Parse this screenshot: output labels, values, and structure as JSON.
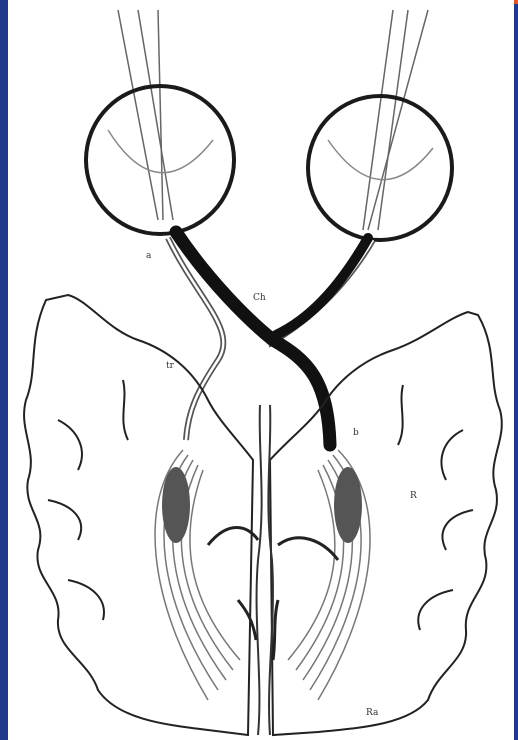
{
  "colors": {
    "frame": "#1f3a8a",
    "accent": "#e8502a",
    "paper": "#ffffff",
    "ink": "#1a1a1a"
  },
  "labels": {
    "eye_left": "a",
    "chiasm": "Ch",
    "tract_left": "tr",
    "nucleus_right": "b",
    "hemisphere_right": "R",
    "radiation_bottom": "Ra"
  },
  "icons": {
    "eyes": "eye-circle-icon"
  }
}
